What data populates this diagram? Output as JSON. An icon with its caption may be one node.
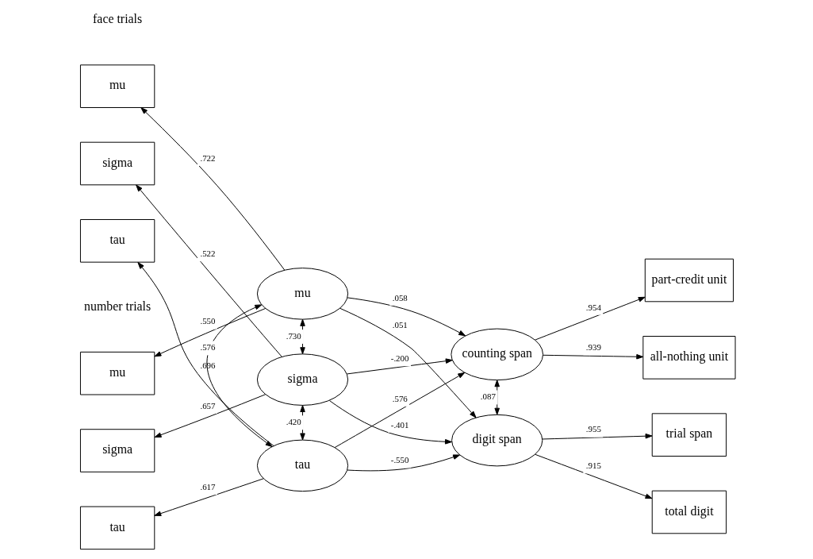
{
  "diagram": {
    "nodes": [
      {
        "text": [
          "mu"
        ]
      },
      {
        "text": [
          "sigma"
        ]
      },
      {
        "text": [
          "tau"
        ]
      },
      {
        "text": [
          "mu"
        ]
      },
      {
        "text": [
          "sigma"
        ]
      },
      {
        "text": [
          "tau"
        ]
      },
      {
        "text": [
          "mu"
        ]
      },
      {
        "text": [
          "sigma"
        ]
      },
      {
        "text": [
          "tau"
        ]
      },
      {
        "text": [
          "counting span"
        ]
      },
      {
        "text": [
          "digit span"
        ]
      },
      {
        "text": [
          "part-credit unit"
        ]
      },
      {
        "text": [
          "all-nothing unit"
        ]
      },
      {
        "text": [
          "trial span"
        ]
      },
      {
        "text": [
          "total digit"
        ]
      }
    ],
    "edges": [
      {
        "from": 6,
        "to": 0,
        "arrow": "to",
        "label": ".722"
      },
      {
        "from": 7,
        "to": 1,
        "arrow": "to",
        "label": ".522"
      },
      {
        "from": 8,
        "to": 2,
        "arrow": "to",
        "label": ".696"
      },
      {
        "from": 6,
        "to": 3,
        "arrow": "to",
        "label": ".550"
      },
      {
        "from": 7,
        "to": 4,
        "arrow": "to",
        "label": ".657"
      },
      {
        "from": 8,
        "to": 5,
        "arrow": "to",
        "label": ".617"
      },
      {
        "from": 6,
        "to": 7,
        "arrow": "both",
        "label": ".730"
      },
      {
        "from": 6,
        "to": 8,
        "arrow": "both",
        "label": ".576"
      },
      {
        "from": 7,
        "to": 8,
        "arrow": "both",
        "label": ".420"
      },
      {
        "from": 6,
        "to": 9,
        "arrow": "to",
        "label": ".058"
      },
      {
        "from": 6,
        "to": 10,
        "arrow": "to",
        "label": ".051"
      },
      {
        "from": 7,
        "to": 9,
        "arrow": "to",
        "label": "-.200"
      },
      {
        "from": 7,
        "to": 10,
        "arrow": "to",
        "label": "-.401"
      },
      {
        "from": 8,
        "to": 9,
        "arrow": "to",
        "label": ".576"
      },
      {
        "from": 8,
        "to": 10,
        "arrow": "to",
        "label": "-.550"
      },
      {
        "from": 9,
        "to": 10,
        "arrow": "both",
        "label": ".087"
      },
      {
        "from": 9,
        "to": 11,
        "arrow": "to",
        "label": ".954"
      },
      {
        "from": 9,
        "to": 12,
        "arrow": "to",
        "label": ".939"
      },
      {
        "from": 10,
        "to": 13,
        "arrow": "to",
        "label": ".955"
      },
      {
        "from": 10,
        "to": 14,
        "arrow": "to",
        "label": ".915"
      }
    ],
    "labels": [
      "face trials",
      "number trials"
    ]
  }
}
